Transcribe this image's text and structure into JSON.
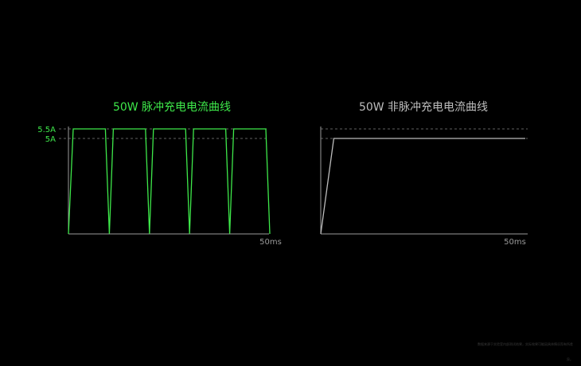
{
  "colors": {
    "background": "#000000",
    "pulse": "#3ee84a",
    "nonpulse": "#bdbdbd",
    "axis": "#9a9a9a",
    "guide": "#5f5f5f",
    "text_gray": "#9a9a9a",
    "footnote": "#3a3a3a"
  },
  "footnote": "数据来源于实验室内部测试结果，实际效果可能因具体情况而有所差异。",
  "chart_data": [
    {
      "type": "line",
      "title": "50W 脉冲充电电流曲线",
      "x_unit": "ms",
      "y_unit": "A",
      "x_tick_labels": [
        "50ms"
      ],
      "y_tick_labels": [
        "5.5A",
        "5A"
      ],
      "y_ticks": [
        5.5,
        5
      ],
      "xlim": [
        0,
        50
      ],
      "ylim": [
        0,
        6.0
      ],
      "grid": "dashed reference lines at 5.5A and 5A",
      "series": [
        {
          "color": "#3ee84a",
          "x": [
            0,
            1.2,
            9.2,
            10.2,
            11.2,
            19.2,
            20.2,
            21.2,
            29.2,
            30.2,
            31.2,
            39.2,
            40.2,
            41.2,
            49.2,
            50.2
          ],
          "y": [
            0,
            5.5,
            5.5,
            0,
            5.5,
            5.5,
            0,
            5.5,
            5.5,
            0,
            5.5,
            5.5,
            0,
            5.5,
            5.5,
            0
          ]
        }
      ]
    },
    {
      "type": "line",
      "title": "50W 非脉冲充电电流曲线",
      "x_unit": "ms",
      "y_unit": "A",
      "x_tick_labels": [
        "50ms"
      ],
      "y_ticks": [
        5.5,
        5
      ],
      "xlim": [
        0,
        50
      ],
      "ylim": [
        0,
        6.0
      ],
      "grid": "dashed reference lines at 5.5A and 5A",
      "series": [
        {
          "color": "#bdbdbd",
          "x": [
            0,
            3.2,
            50
          ],
          "y": [
            0,
            5,
            5
          ]
        }
      ]
    }
  ]
}
